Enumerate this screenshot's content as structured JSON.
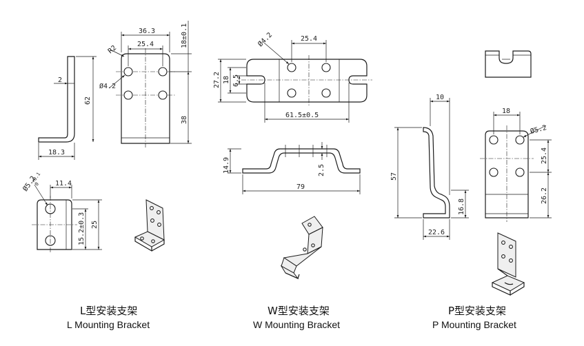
{
  "l_bracket": {
    "side_dims": {
      "thickness": "2",
      "height": "62",
      "base": "18.3"
    },
    "front_dims": {
      "width_total": "36.3",
      "hole_span": "25.4",
      "radius": "R2",
      "hole_dia": "Ø4.2",
      "top_height": "18±0.1",
      "lower_height": "38"
    },
    "slot_dims": {
      "slot_dia": "Ø5.2",
      "slot_tol_upper": "+0.1",
      "slot_tol_lower": "0",
      "slot_width": "11.4",
      "slot_pos": "15.2±0.3",
      "slot_height": "25"
    },
    "caption_cn": "L型安装支架",
    "caption_en": "L Mounting Bracket"
  },
  "w_bracket": {
    "top_dims": {
      "hole_dia": "Ø4.2",
      "hole_span": "25.4",
      "height": "27.2",
      "inner": "18",
      "slot": "6.5",
      "length": "61.5±0.5"
    },
    "side_dims": {
      "height": "14.9",
      "thickness": "2.5",
      "length": "79"
    },
    "caption_cn": "W型安装支架",
    "caption_en": "W Mounting Bracket"
  },
  "p_bracket": {
    "side_dims": {
      "top": "10",
      "height": "57",
      "lower": "16.8",
      "base": "22.6"
    },
    "front_dims": {
      "hole_span": "18",
      "hole_dia": "Ø5.2",
      "vspan": "25.4",
      "lower": "26.2"
    },
    "caption_cn": "P型安装支架",
    "caption_en": "P Mounting Bracket"
  }
}
